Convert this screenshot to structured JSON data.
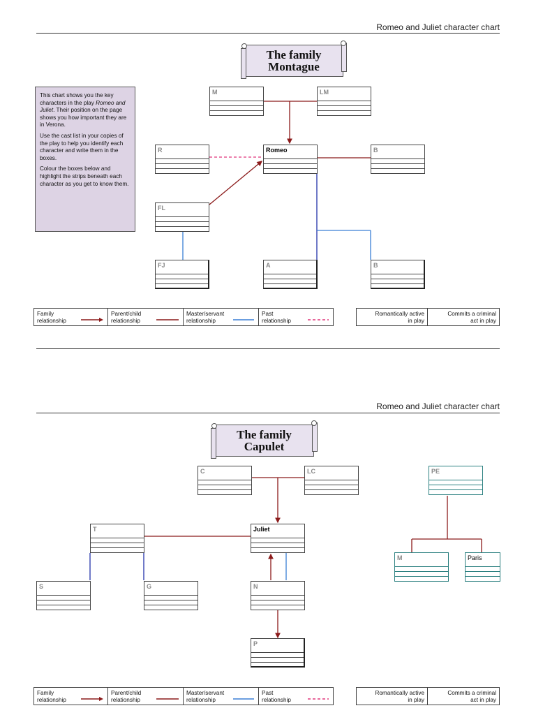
{
  "header": {
    "title": "Romeo and Juliet character chart"
  },
  "montague": {
    "title_line1": "The family",
    "title_line2": "Montague",
    "info": {
      "p1_a": "This chart shows you the key characters in the play ",
      "p1_italic": "Romeo and Juliet",
      "p1_b": ". Their position on the page shows you how important they are in Verona.",
      "p2": "Use the cast list in your copies of the play to help you identify each character and write them in the boxes.",
      "p3": "Colour the boxes below and highlight the strips beneath each character as you get to know them."
    },
    "boxes": {
      "m": "M",
      "lm": "LM",
      "r": "R",
      "romeo": "Romeo",
      "b1": "B",
      "fl": "FL",
      "fj": "FJ",
      "a": "A",
      "b2": "B"
    }
  },
  "capulet": {
    "title_line1": "The family",
    "title_line2": "Capulet",
    "boxes": {
      "c": "C",
      "lc": "LC",
      "pe": "PE",
      "t": "T",
      "juliet": "Juliet",
      "m": "M",
      "paris": "Paris",
      "s": "S",
      "g": "G",
      "n": "N",
      "p": "P"
    }
  },
  "legend": {
    "family": "Family\nrelationship",
    "family_l1": "Family",
    "family_l2": "relationship",
    "parent_l1": "Parent/child",
    "parent_l2": "relationship",
    "master_l1": "Master/servant",
    "master_l2": "relationship",
    "past_l1": "Past",
    "past_l2": "relationship",
    "romantic_l1": "Romantically active",
    "romantic_l2": "in play",
    "criminal_l1": "Commits a criminal",
    "criminal_l2": "act in play"
  },
  "colors": {
    "family": "#8b1a1a",
    "master": "#3a7fd5",
    "past": "#e0357a",
    "teal": "#2a7f7f",
    "scroll_bg": "#e8e2ef",
    "info_bg": "#ddd3e4"
  }
}
